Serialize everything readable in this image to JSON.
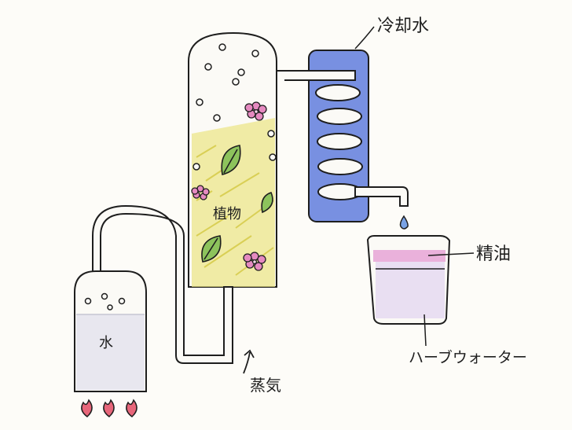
{
  "labels": {
    "coolant": "冷却水",
    "plants": "植物",
    "water": "水",
    "steam": "蒸気",
    "essential_oil": "精油",
    "herb_water": "ハーブウォーター"
  },
  "colors": {
    "ink": "#1e1e1e",
    "paper": "#fdfcf8",
    "coolant_blue": "#4f6fd8",
    "plant_yellow": "#ece58a",
    "leaf_green": "#8dc35c",
    "flower_pink": "#e58ac0",
    "oil_pink": "#e6a3d6",
    "herbwater_lavender": "#e7dcf2",
    "drop_blue": "#7aa3e6",
    "flame_red": "#e7667a"
  }
}
